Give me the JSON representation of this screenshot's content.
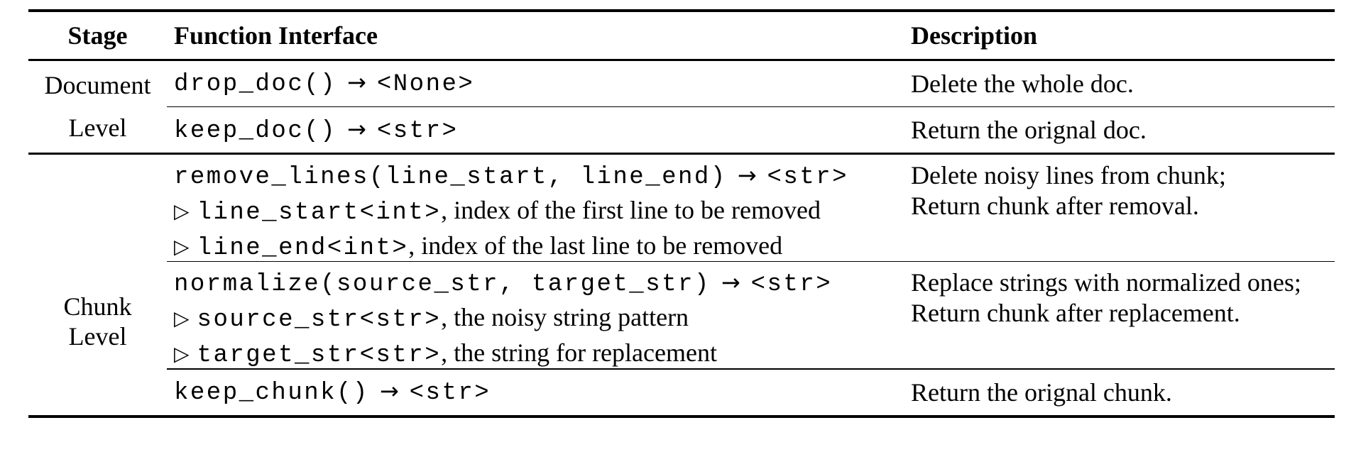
{
  "table": {
    "headers": {
      "stage": "Stage",
      "function": "Function Interface",
      "description": "Description"
    },
    "icons": {
      "arrow": "→",
      "param_marker": "▷"
    },
    "sections": [
      {
        "stage_line1": "Document",
        "stage_line2": "Level",
        "rows": [
          {
            "fn_call": "drop_doc()",
            "fn_return": "<None>",
            "desc_line1": "Delete the whole doc."
          },
          {
            "fn_call": "keep_doc()",
            "fn_return": "<str>",
            "desc_line1": "Return the orignal doc."
          }
        ]
      },
      {
        "stage_line1": "Chunk",
        "stage_line2": "Level",
        "rows": [
          {
            "fn_call": "remove_lines(line_start, line_end)",
            "fn_return": "<str>",
            "params": [
              {
                "code": "line_start<int>",
                "note": ", index of the first line to be removed"
              },
              {
                "code": "line_end<int>",
                "note": ", index of the last line to be removed"
              }
            ],
            "desc_line1": "Delete noisy lines from chunk;",
            "desc_line2": "Return chunk after removal."
          },
          {
            "fn_call": "normalize(source_str, target_str)",
            "fn_return": "<str>",
            "params": [
              {
                "code": "source_str<str>",
                "note": ", the noisy string pattern"
              },
              {
                "code": "target_str<str>",
                "note": ", the string for replacement"
              }
            ],
            "desc_line1": "Replace strings with normalized ones;",
            "desc_line2": "Return chunk after replacement."
          },
          {
            "fn_call": "keep_chunk()",
            "fn_return": "<str>",
            "desc_line1": "Return the orignal chunk."
          }
        ]
      }
    ]
  }
}
